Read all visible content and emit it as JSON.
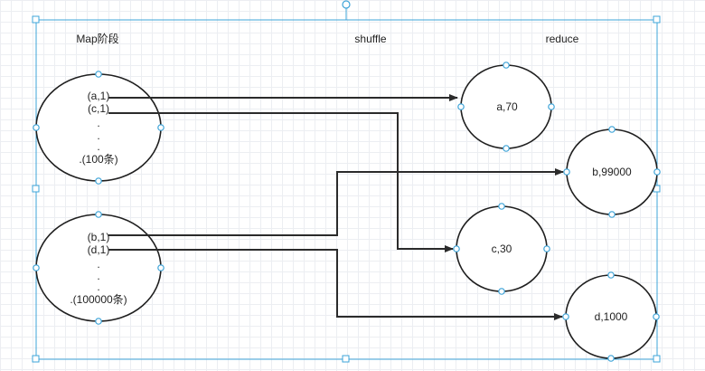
{
  "stages": {
    "map": "Map阶段",
    "shuffle": "shuffle",
    "reduce": "reduce"
  },
  "map_nodes": [
    {
      "id": "m1",
      "lines": [
        "(a,1)",
        "(c,1)",
        ".",
        ".",
        ".",
        ".(100条)"
      ]
    },
    {
      "id": "m2",
      "lines": [
        "(b,1)",
        "(d,1)",
        ".",
        ".",
        ".",
        ".(100000条)"
      ]
    }
  ],
  "reduce_nodes": [
    {
      "id": "r1",
      "label": "a,70"
    },
    {
      "id": "r2",
      "label": "b,99000"
    },
    {
      "id": "r3",
      "label": "c,30"
    },
    {
      "id": "r4",
      "label": "d,1000"
    }
  ],
  "edges": [
    {
      "from": "(a,1)",
      "to": "a,70"
    },
    {
      "from": "(c,1)",
      "to": "c,30"
    },
    {
      "from": "(b,1)",
      "to": "b,99000"
    },
    {
      "from": "(d,1)",
      "to": "d,1000"
    }
  ],
  "colors": {
    "handle": "#3ea4d8",
    "stroke": "#1f1f1f",
    "grid": "#eceef2"
  }
}
